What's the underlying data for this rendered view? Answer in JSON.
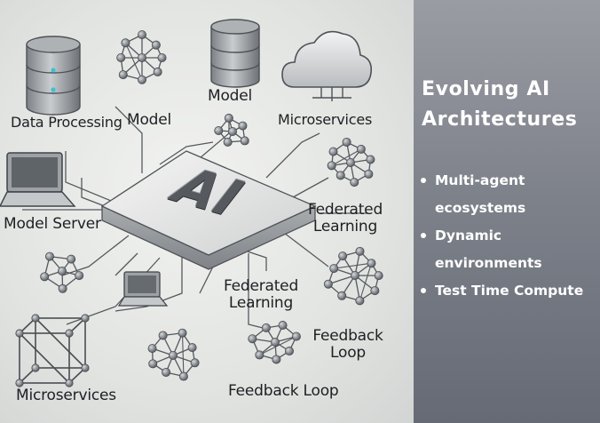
{
  "diagram": {
    "center_label": "AI",
    "labels": {
      "data_processing": "Data Processing",
      "model_left": "Model",
      "model_top": "Model",
      "microservices_top": "Microservices",
      "model_server": "Model Server",
      "federated_right": "Federated\nLearning",
      "federated_bottom": "Federated\nLearning",
      "feedback_right": "Feedback\nLoop",
      "microservices_bottom": "Microservices",
      "feedback_bottom": "Feedback Loop"
    }
  },
  "panel": {
    "title": "Evolving AI Architectures",
    "bullets": [
      "Multi-agent ecosystems",
      "Dynamic environments",
      "Test Time Compute"
    ]
  },
  "colors": {
    "panel_top": "#9a9ca3",
    "panel_bottom": "#666a74",
    "node_fill": "#8d9297",
    "line": "#54585d"
  }
}
